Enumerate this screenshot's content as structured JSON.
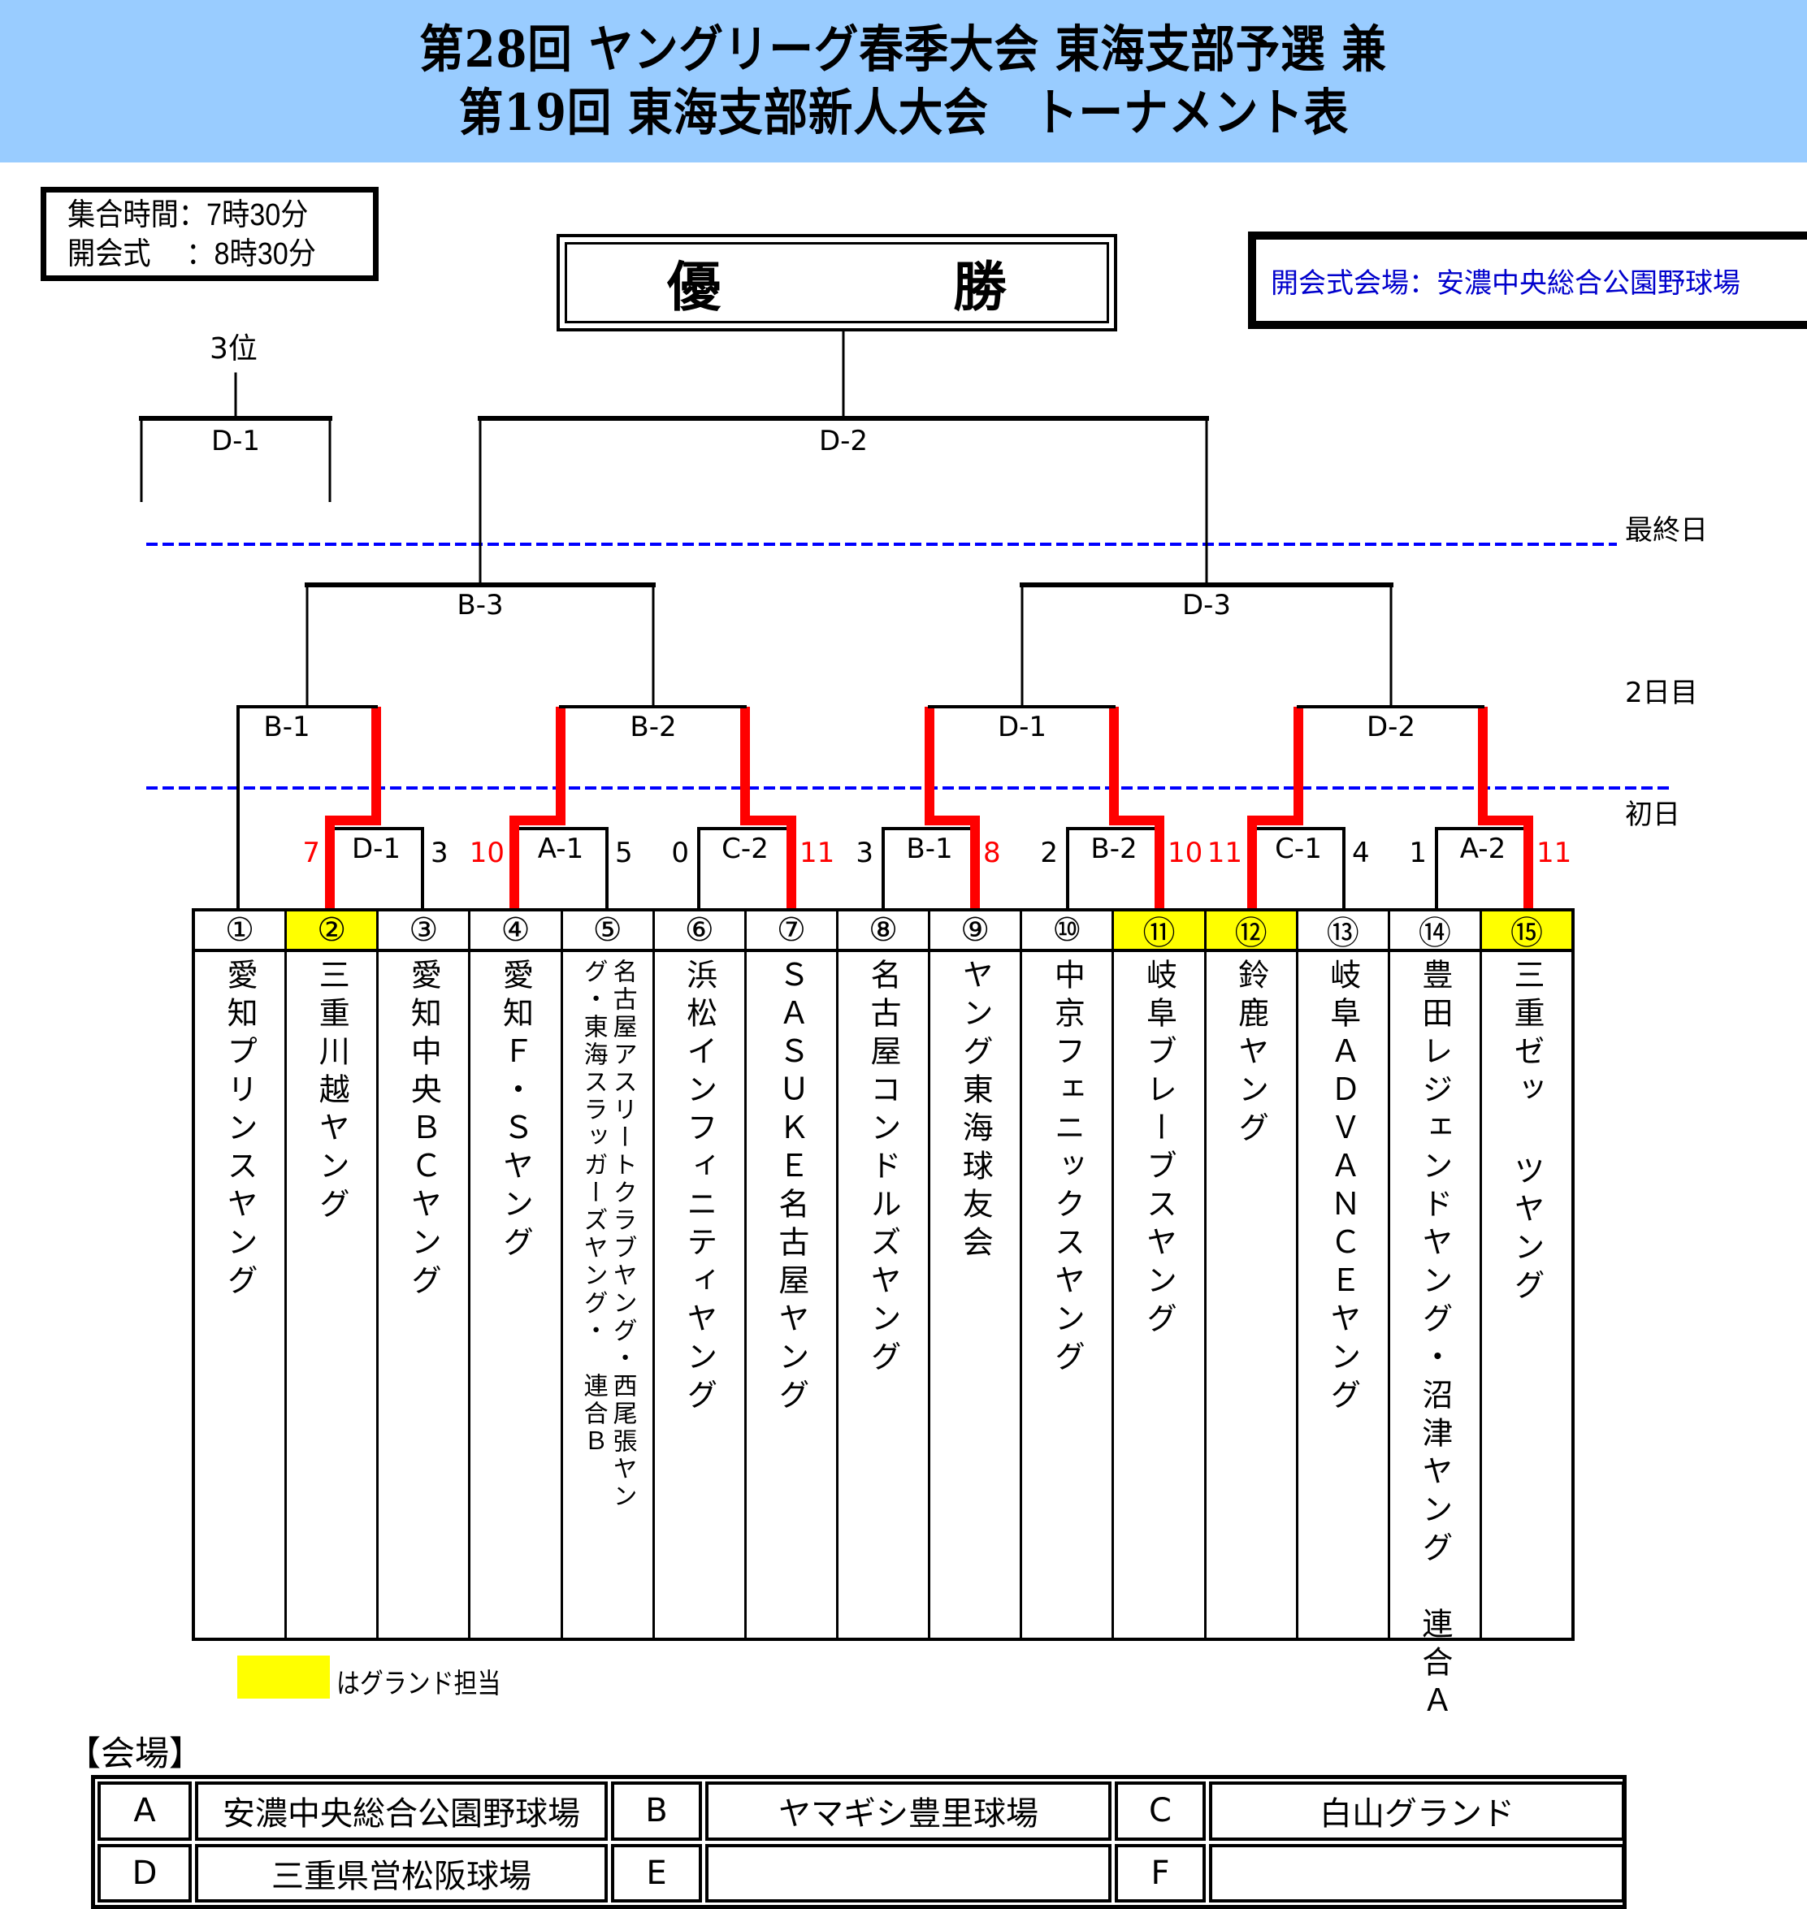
{
  "header": {
    "title_line1": "第28回 ヤングリーグ春季大会 東海支部予選 兼",
    "title_line2": "第19回 東海支部新人大会　トーナメント表",
    "background_color": "#99ccff"
  },
  "schedule": {
    "assembly_time": "集合時間：7時30分",
    "opening_ceremony": "開会式　 ：8時30分"
  },
  "champion_label": "優　勝",
  "opening_venue": "開会式会場：安濃中央総合公園野球場",
  "third_place_label": "3位",
  "day_labels": {
    "final_day": "最終日",
    "day2": "2日目",
    "day1": "初日"
  },
  "colors": {
    "winner_line": "#ff0000",
    "bracket_line": "#000000",
    "day_divider": "#0000ff",
    "ground_duty_highlight": "#ffff00",
    "opening_venue_text": "#0000cc"
  },
  "bracket": {
    "final": {
      "code": "D-2"
    },
    "third_place": {
      "code": "D-1"
    },
    "semifinals": [
      {
        "code": "B-3"
      },
      {
        "code": "D-3"
      }
    ],
    "quarterfinals": [
      {
        "code": "B-1",
        "top_seed": 1,
        "winner_side": "right"
      },
      {
        "code": "B-2",
        "winner_side": "both"
      },
      {
        "code": "D-1",
        "winner_side": "both"
      },
      {
        "code": "D-2",
        "winner_side": "both"
      }
    ],
    "first_round": [
      {
        "code": "D-1",
        "teams": [
          2,
          3
        ],
        "scores": [
          "7",
          "3"
        ],
        "winner": 2
      },
      {
        "code": "A-1",
        "teams": [
          4,
          5
        ],
        "scores": [
          "10",
          "5"
        ],
        "winner": 4
      },
      {
        "code": "C-2",
        "teams": [
          6,
          7
        ],
        "scores": [
          "0",
          "11"
        ],
        "winner": 7
      },
      {
        "code": "B-1",
        "teams": [
          8,
          9
        ],
        "scores": [
          "3",
          "8"
        ],
        "winner": 9
      },
      {
        "code": "B-2",
        "teams": [
          10,
          11
        ],
        "scores": [
          "2",
          "10"
        ],
        "winner": 11
      },
      {
        "code": "C-1",
        "teams": [
          12,
          13
        ],
        "scores": [
          "11",
          "4"
        ],
        "winner": 12
      },
      {
        "code": "A-2",
        "teams": [
          14,
          15
        ],
        "scores": [
          "1",
          "11"
        ],
        "winner": 15
      }
    ]
  },
  "teams": [
    {
      "num": "①",
      "name": [
        "愛知プリンスヤング"
      ],
      "ground_duty": false
    },
    {
      "num": "②",
      "name": [
        "三重川越ヤング"
      ],
      "ground_duty": true
    },
    {
      "num": "③",
      "name": [
        "愛知中央ＢＣヤング"
      ],
      "ground_duty": false
    },
    {
      "num": "④",
      "name": [
        "愛知Ｆ・Ｓヤング"
      ],
      "ground_duty": false
    },
    {
      "num": "⑤",
      "name": [
        "名古屋アスリートクラブヤング・西尾張ヤン",
        "グ・東海スラッガーズヤング・　連合Ｂ"
      ],
      "ground_duty": false
    },
    {
      "num": "⑥",
      "name": [
        "浜松インフィニティヤング"
      ],
      "ground_duty": false
    },
    {
      "num": "⑦",
      "name": [
        "ＳＡＳＵＫＥ名古屋ヤング"
      ],
      "ground_duty": false
    },
    {
      "num": "⑧",
      "name": [
        "名古屋コンドルズヤング"
      ],
      "ground_duty": false
    },
    {
      "num": "⑨",
      "name": [
        "ヤング東海球友会"
      ],
      "ground_duty": false
    },
    {
      "num": "⑩",
      "name": [
        "中京フェニックスヤング"
      ],
      "ground_duty": false
    },
    {
      "num": "⑪",
      "name": [
        "岐阜ブレーブスヤング"
      ],
      "ground_duty": true
    },
    {
      "num": "⑫",
      "name": [
        "鈴鹿ヤング"
      ],
      "ground_duty": true
    },
    {
      "num": "⑬",
      "name": [
        "岐阜ＡＤＶＡＮＣＥヤング"
      ],
      "ground_duty": false
    },
    {
      "num": "⑭",
      "name": [
        "豊田レジェンドヤング・沼津ヤング　連合Ａ"
      ],
      "ground_duty": false
    },
    {
      "num": "⑮",
      "name": [
        "三重ゼッ ツヤング"
      ],
      "ground_duty": true
    }
  ],
  "legend": {
    "ground_duty_text": "はグランド担当"
  },
  "venues": {
    "title": "【会場】",
    "rows": [
      [
        {
          "code": "A",
          "name": "安濃中央総合公園野球場"
        },
        {
          "code": "B",
          "name": "ヤマギシ豊里球場"
        },
        {
          "code": "C",
          "name": "白山グランド"
        }
      ],
      [
        {
          "code": "D",
          "name": "三重県営松阪球場"
        },
        {
          "code": "E",
          "name": ""
        },
        {
          "code": "F",
          "name": ""
        }
      ]
    ]
  }
}
